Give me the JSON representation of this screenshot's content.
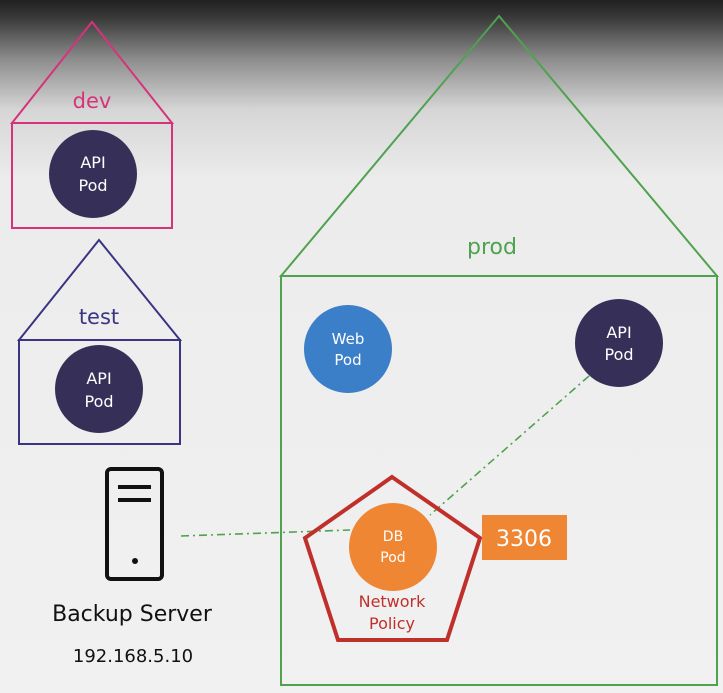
{
  "namespaces": {
    "dev": {
      "label": "dev",
      "color": "#d6337a",
      "pod": [
        "API",
        "Pod"
      ]
    },
    "test": {
      "label": "test",
      "color": "#3a3482",
      "pod": [
        "API",
        "Pod"
      ]
    },
    "prod": {
      "label": "prod",
      "color": "#4fa24f",
      "web_pod": [
        "Web",
        "Pod"
      ],
      "api_pod": [
        "API",
        "Pod"
      ],
      "db_pod": [
        "DB",
        "Pod"
      ]
    }
  },
  "network_policy": {
    "label_line1": "Network",
    "label_line2": "Policy",
    "color": "#c0302a"
  },
  "port": {
    "value": "3306",
    "color": "#ef8634"
  },
  "backup_server": {
    "name": "Backup Server",
    "ip": "192.168.5.10"
  },
  "colors": {
    "pod_dark": "#363058",
    "pod_web": "#3a7fc7",
    "pod_db": "#ef8634",
    "connector": "#4fa24f"
  }
}
